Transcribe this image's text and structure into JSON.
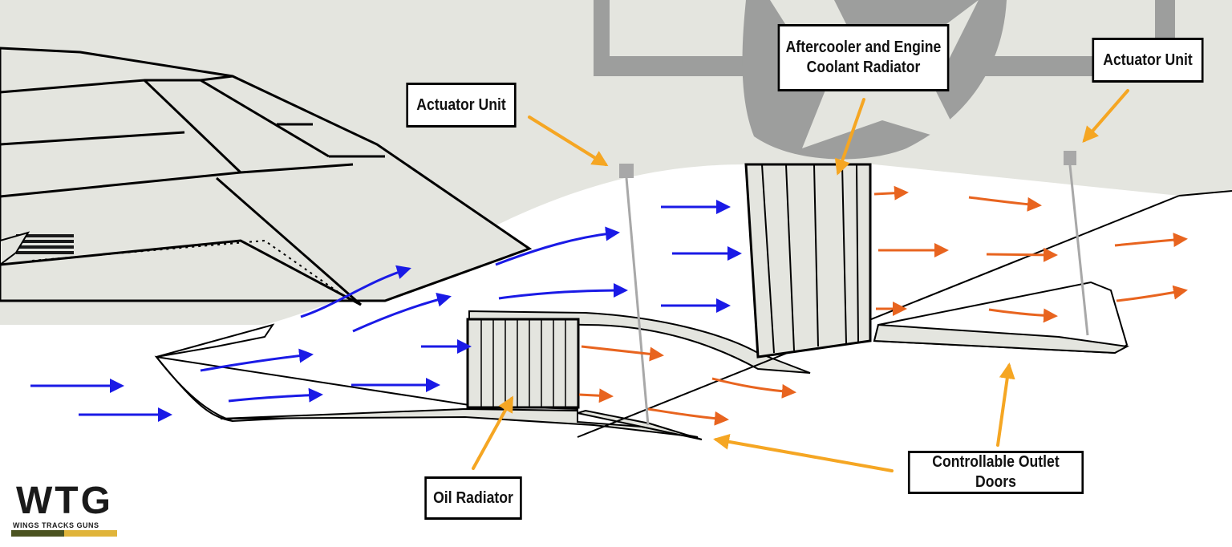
{
  "labels": {
    "actuator_left": "Actuator Unit",
    "aftercooler_line1": "Aftercooler and Engine",
    "aftercooler_line2": "Coolant Radiator",
    "actuator_right": "Actuator Unit",
    "oil_radiator": "Oil Radiator",
    "outlet_doors": "Controllable Outlet Doors"
  },
  "logo": {
    "text": "WTG",
    "subtitle": "WINGS TRACKS GUNS"
  },
  "colors": {
    "background": "#ffffff",
    "fuselage": "#e4e5df",
    "insignia": "#9d9e9d",
    "outline": "#000000",
    "cool_air": "#1a1ae6",
    "hot_air": "#e8641f",
    "callout_arrow": "#f5a623",
    "actuator_rod": "#a8a8a8",
    "logo_olive": "#4b5320",
    "logo_gold": "#e0b43a"
  }
}
